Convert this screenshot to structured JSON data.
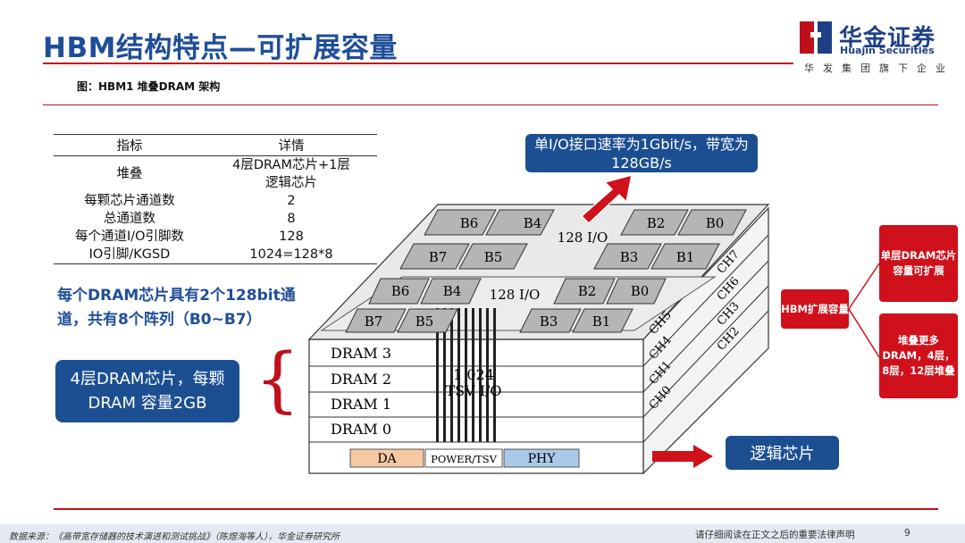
{
  "header": {
    "title": "HBM结构特点—可扩展容量",
    "logo_cn": "华金证券",
    "logo_en": "Huajin Securities",
    "logo_sub": "华发集团旗下企业",
    "brand_color": "#1e3f86",
    "accent_color": "#c0101b"
  },
  "figure_caption": "图：HBM1 堆叠DRAM 架构",
  "spec_table": {
    "headers": [
      "指标",
      "详情"
    ],
    "rows": [
      [
        "堆叠",
        "4层DRAM芯片+1层逻辑芯片"
      ],
      [
        "每颗芯片通道数",
        "2"
      ],
      [
        "总通道数",
        "8"
      ],
      [
        "每个通道I/O引脚数",
        "128"
      ],
      [
        "IO引脚/KGSD",
        "1024=128*8"
      ]
    ]
  },
  "blue_note": "每个DRAM芯片具有2个128bit通道，共有8个阵列（B0~B7）",
  "box_dram": "4层DRAM芯片，每颗DRAM 容量2GB",
  "callout_io": "单I/O接口速率为1Gbit/s，带宽为128GB/s",
  "callout_logic": "逻辑芯片",
  "mindmap": {
    "center": "HBM扩展容量",
    "top": "单层DRAM芯片容量可扩展",
    "bottom": "堆叠更多DRAM，4层，8层，12层堆叠"
  },
  "diagram": {
    "top_left_banks": [
      "B6",
      "B4",
      "B7",
      "B5"
    ],
    "top_right_banks": [
      "B2",
      "B0",
      "B3",
      "B1"
    ],
    "top_io": "128 I/O",
    "mid_left_banks": [
      "B6",
      "B4",
      "B7",
      "B5"
    ],
    "mid_right_banks": [
      "B2",
      "B0",
      "B3",
      "B1"
    ],
    "mid_io": "128 I/O",
    "layers": [
      "DRAM 3",
      "DRAM 2",
      "DRAM 1",
      "DRAM 0"
    ],
    "tsv_count": "1 024",
    "tsv_label": "TSV I/O",
    "base_blocks": [
      "DA",
      "POWER/TSV",
      "PHY"
    ],
    "channels_upper": [
      "CH7",
      "CH6",
      "CH3",
      "CH2"
    ],
    "channels_lower": [
      "CH5",
      "CH4",
      "CH1",
      "CH0"
    ]
  },
  "footer": {
    "source": "数据来源：《高带宽存储器的技术演进和测试挑战》（陈煜海等人），华金证券研究所",
    "legal": "请仔细阅读在正文之后的重要法律声明",
    "page": "9"
  }
}
